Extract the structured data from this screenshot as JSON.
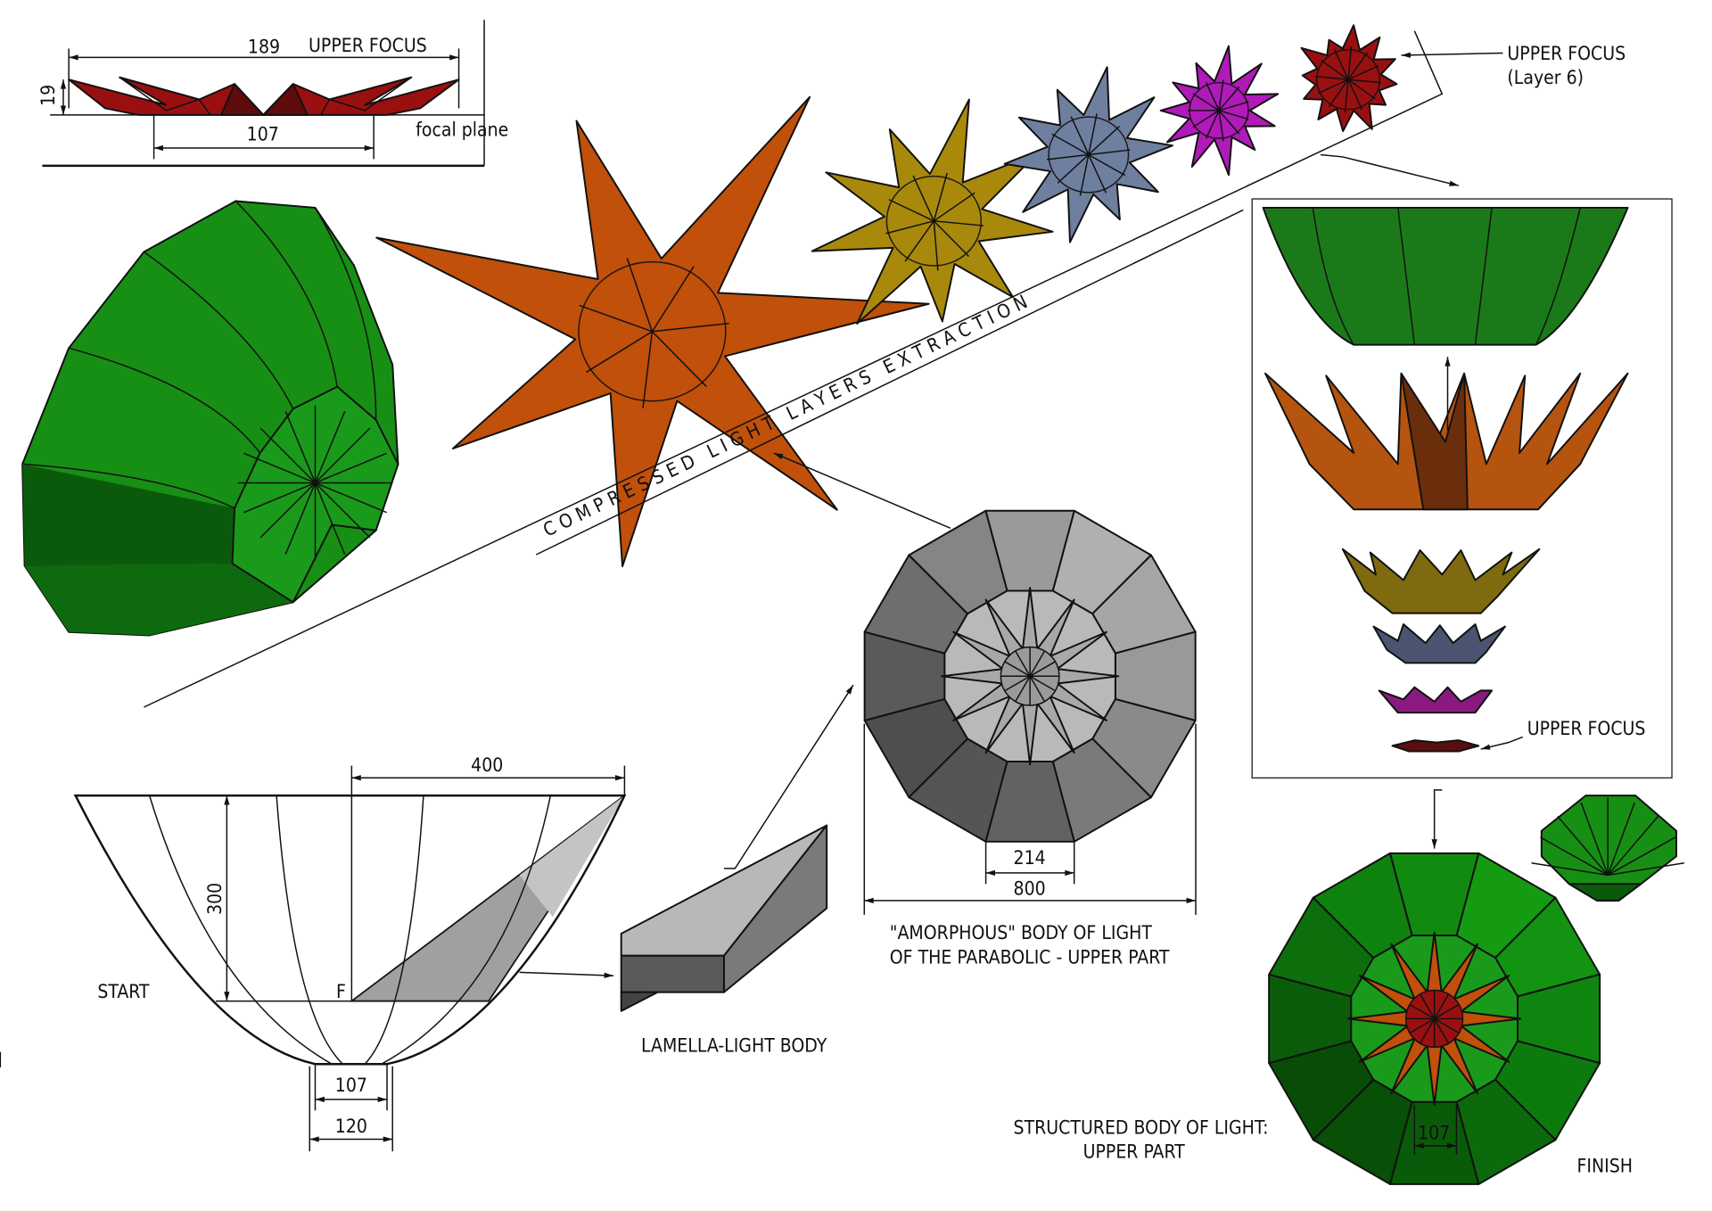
{
  "inset": {
    "dim_width": "189",
    "dim_height": "19",
    "dim_base": "107",
    "title": "UPPER FOCUS",
    "focal_plane": "focal plane"
  },
  "layers_caption": "C O M P R E S S E D   L I G H T   L A Y E R S   E X T R A C T I O N",
  "upper_focus_layer": {
    "line1": "UPPER FOCUS",
    "line2": "(Layer 6)"
  },
  "stack_label": "UPPER FOCUS",
  "parabola": {
    "dim_radius": "400",
    "dim_height": "300",
    "dim_bottom_inner": "107",
    "dim_bottom_outer": "120",
    "start": "START",
    "focus": "F"
  },
  "lamella_label": "LAMELLA-LIGHT BODY",
  "amorphous": {
    "dim_inner": "214",
    "dim_outer": "800",
    "line1": "\"AMORPHOUS\" BODY OF LIGHT",
    "line2": "OF THE PARABOLIC - UPPER PART"
  },
  "structured": {
    "line1": "STRUCTURED BODY OF LIGHT:",
    "line2": "UPPER PART",
    "dim": "107",
    "finish": "FINISH"
  },
  "colors": {
    "green": "#178f14",
    "dark_green": "#0b5a0b",
    "orange": "#c0500a",
    "olive": "#a8890c",
    "slate": "#6f7f9f",
    "magenta": "#b01ab8",
    "red": "#9a1010",
    "gray": "#8a8a8a"
  }
}
